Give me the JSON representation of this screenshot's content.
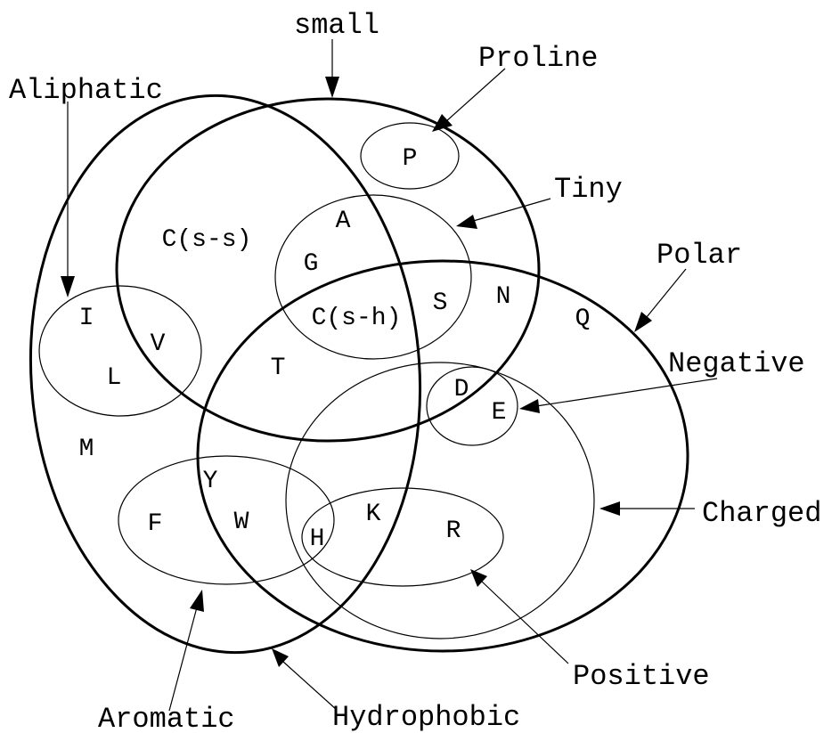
{
  "set_labels": {
    "small": "small",
    "proline": "Proline",
    "aliphatic": "Aliphatic",
    "tiny": "Tiny",
    "polar": "Polar",
    "negative": "Negative",
    "charged": "Charged",
    "positive": "Positive",
    "aromatic": "Aromatic",
    "hydrophobic": "Hydrophobic"
  },
  "amino_acids": {
    "P": "P",
    "A": "A",
    "C_ss": "C(s-s)",
    "G": "G",
    "S": "S",
    "N": "N",
    "Q": "Q",
    "C_sh": "C(s-h)",
    "I": "I",
    "V": "V",
    "L": "L",
    "T": "T",
    "D": "D",
    "E": "E",
    "M": "M",
    "Y": "Y",
    "F": "F",
    "W": "W",
    "H": "H",
    "K": "K",
    "R": "R"
  }
}
